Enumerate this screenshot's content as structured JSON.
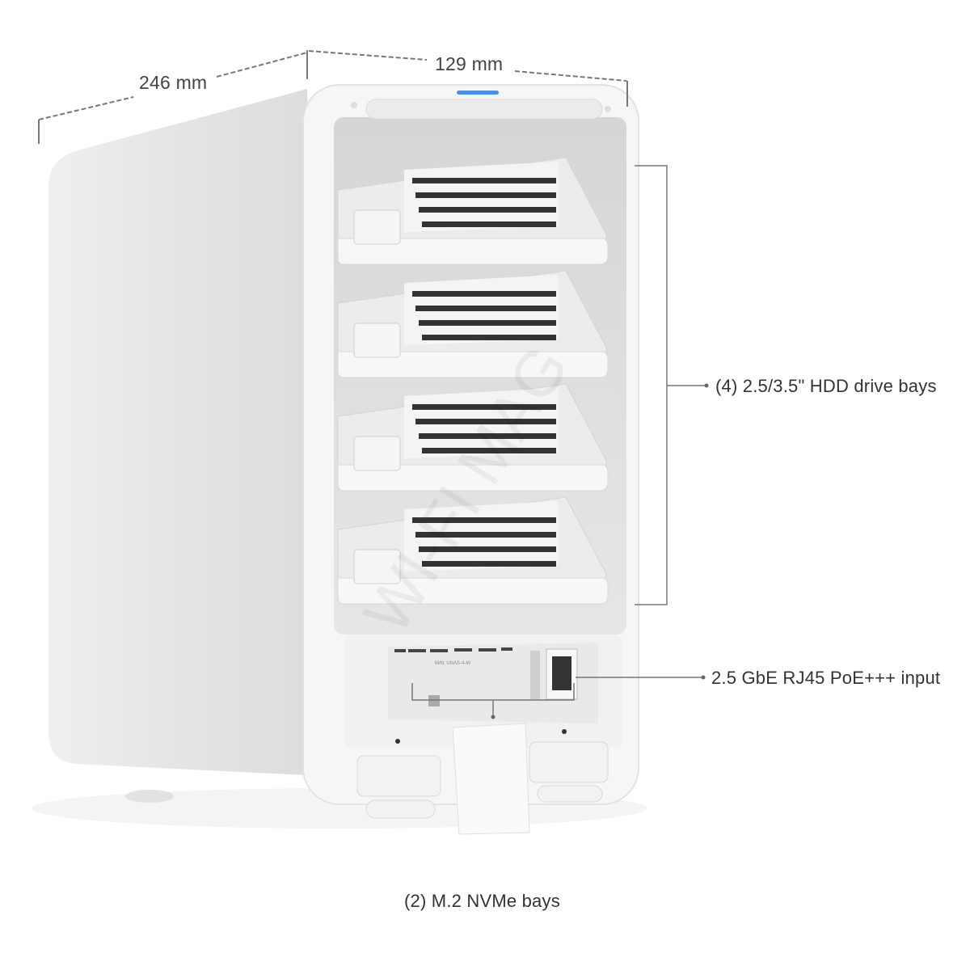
{
  "dimensions": {
    "depth": "246 mm",
    "width": "129 mm"
  },
  "callouts": {
    "drive_bays": "(4) 2.5/3.5\" HDD drive bays",
    "network_port": "2.5 GbE RJ45 PoE+++ input",
    "nvme_bays": "(2) M.2 NVMe bays"
  },
  "device_label": {
    "model": "M/N: UNAS-4-W"
  },
  "watermark": "WI-FI MAG",
  "colors": {
    "led": "#4a8fe8",
    "annotation_line": "#777777"
  }
}
